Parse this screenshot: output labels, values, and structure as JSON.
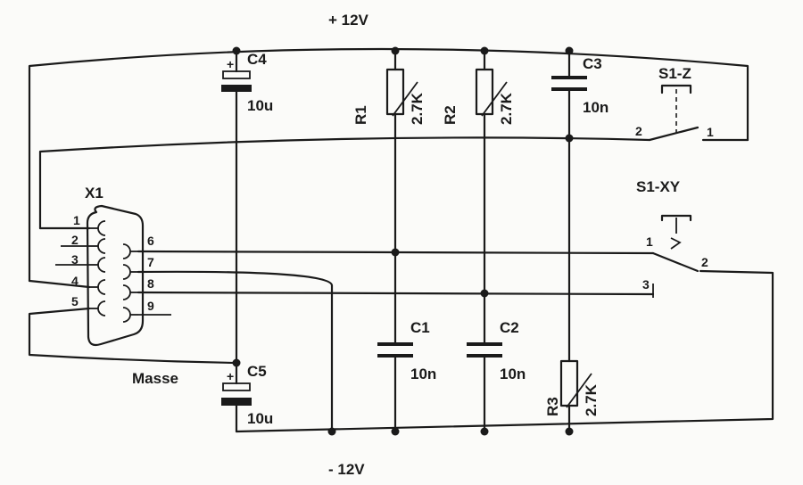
{
  "rails": {
    "positive": "+ 12V",
    "negative": "- 12V"
  },
  "connector": {
    "name": "X1",
    "pins": [
      "1",
      "2",
      "3",
      "4",
      "5",
      "6",
      "7",
      "8",
      "9"
    ],
    "ground_label": "Masse"
  },
  "components": {
    "c4": {
      "name": "C4",
      "value": "10u",
      "plus": "+"
    },
    "c5": {
      "name": "C5",
      "value": "10u",
      "plus": "+"
    },
    "r1": {
      "name": "R1",
      "value": "2.7K"
    },
    "r2": {
      "name": "R2",
      "value": "2.7K"
    },
    "r3": {
      "name": "R3",
      "value": "2.7K"
    },
    "c1": {
      "name": "C1",
      "value": "10n"
    },
    "c2": {
      "name": "C2",
      "value": "10n"
    },
    "c3": {
      "name": "C3",
      "value": "10n"
    }
  },
  "switches": {
    "s1z": {
      "name": "S1-Z",
      "pin_a": "2",
      "pin_b": "1"
    },
    "s1xy": {
      "name": "S1-XY",
      "pin_a": "1",
      "pin_b": "2",
      "pin_c": "3"
    }
  }
}
